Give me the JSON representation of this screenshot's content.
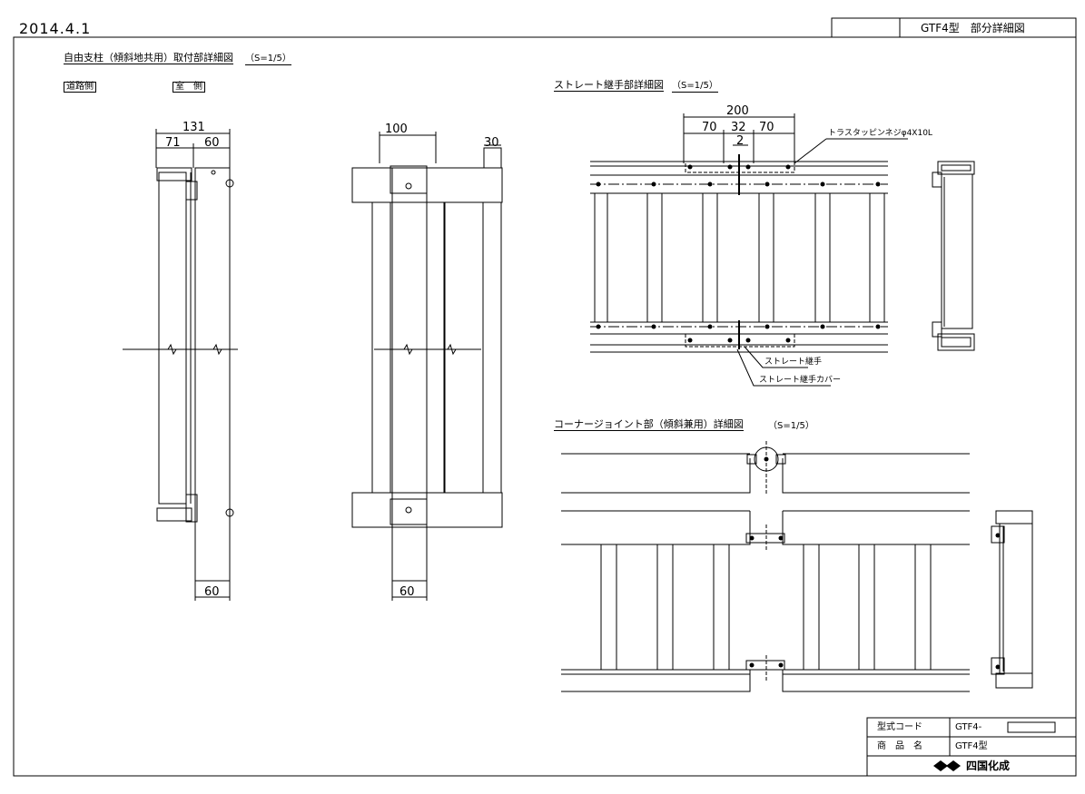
{
  "header": {
    "date": "2014.4.1",
    "drawing_title": "GTF4型　部分詳細図"
  },
  "sections": {
    "free_post": {
      "title": "自由支柱（傾斜地共用）取付部詳細図",
      "scale": "（S=1/5）",
      "label_left": "道路側",
      "label_right": "室　側",
      "dim_total": "131",
      "dim_a": "71",
      "dim_b": "60",
      "dim_bottom": "60"
    },
    "post_front": {
      "dim_top": "100",
      "dim_side": "30",
      "dim_bottom": "60"
    },
    "straight_joint": {
      "title": "ストレート継手部詳細図",
      "scale": "（S=1/5）",
      "dim_total": "200",
      "dim_a": "70",
      "dim_b": "32",
      "dim_c": "70",
      "dim_gap": "2",
      "screw_label": "トラスタッピンネジφ4X10L",
      "joint_label": "ストレート継手",
      "cover_label": "ストレート継手カバー"
    },
    "corner_joint": {
      "title": "コーナージョイント部（傾斜兼用）詳細図",
      "scale": "（S=1/5）"
    }
  },
  "title_block": {
    "code_label": "型式コード",
    "code_value": "GTF4-",
    "name_label": "商　品　名",
    "name_value": "GTF4型",
    "company": "四国化成"
  },
  "colors": {
    "line": "#000000",
    "paper": "#ffffff"
  }
}
